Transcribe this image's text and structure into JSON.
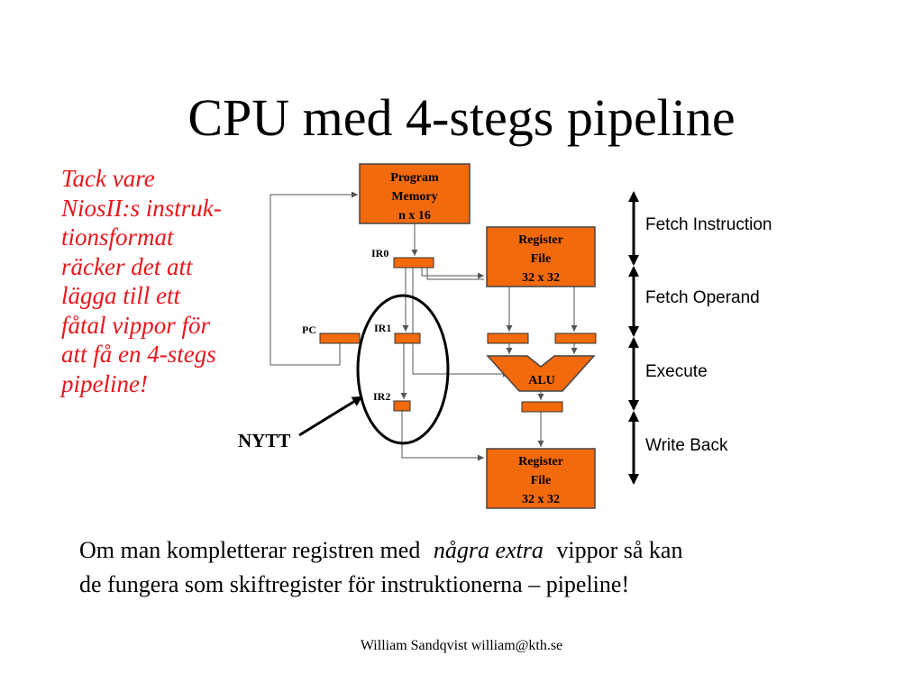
{
  "slide": {
    "title": "CPU med 4-stegs pipeline",
    "side_note_lines": [
      "Tack vare",
      "NiosII:s instruk-",
      "tionsformat",
      "räcker det att",
      "lägga till ett",
      "fåtal vippor för",
      "att få en 4-stegs",
      "pipeline!"
    ],
    "bottom_text": {
      "line1_start": "Om man kompletterar registren med ",
      "line1_emph": "några extra",
      "line1_end": " vippor så kan",
      "line2": "de fungera som skiftregister för instruktionerna  –  pipeline!"
    },
    "footer": "William Sandqvist  william@kth.se"
  },
  "diagram": {
    "colors": {
      "block": "#f26a0c",
      "block_border": "#444444",
      "note": "#e8161c"
    },
    "program_memory": [
      "Program",
      "Memory",
      "n x 16"
    ],
    "register_file_top": [
      "Register",
      "File",
      "32 x 32"
    ],
    "register_file_bottom": [
      "Register",
      "File",
      "32 x 32"
    ],
    "alu": "ALU",
    "registers": {
      "pc": "PC",
      "ir0": "IR0",
      "ir1": "IR1",
      "ir2": "IR2"
    },
    "new_marker": "NYTT",
    "stages": [
      "Fetch Instruction",
      "Fetch Operand",
      "Execute",
      "Write Back"
    ]
  }
}
